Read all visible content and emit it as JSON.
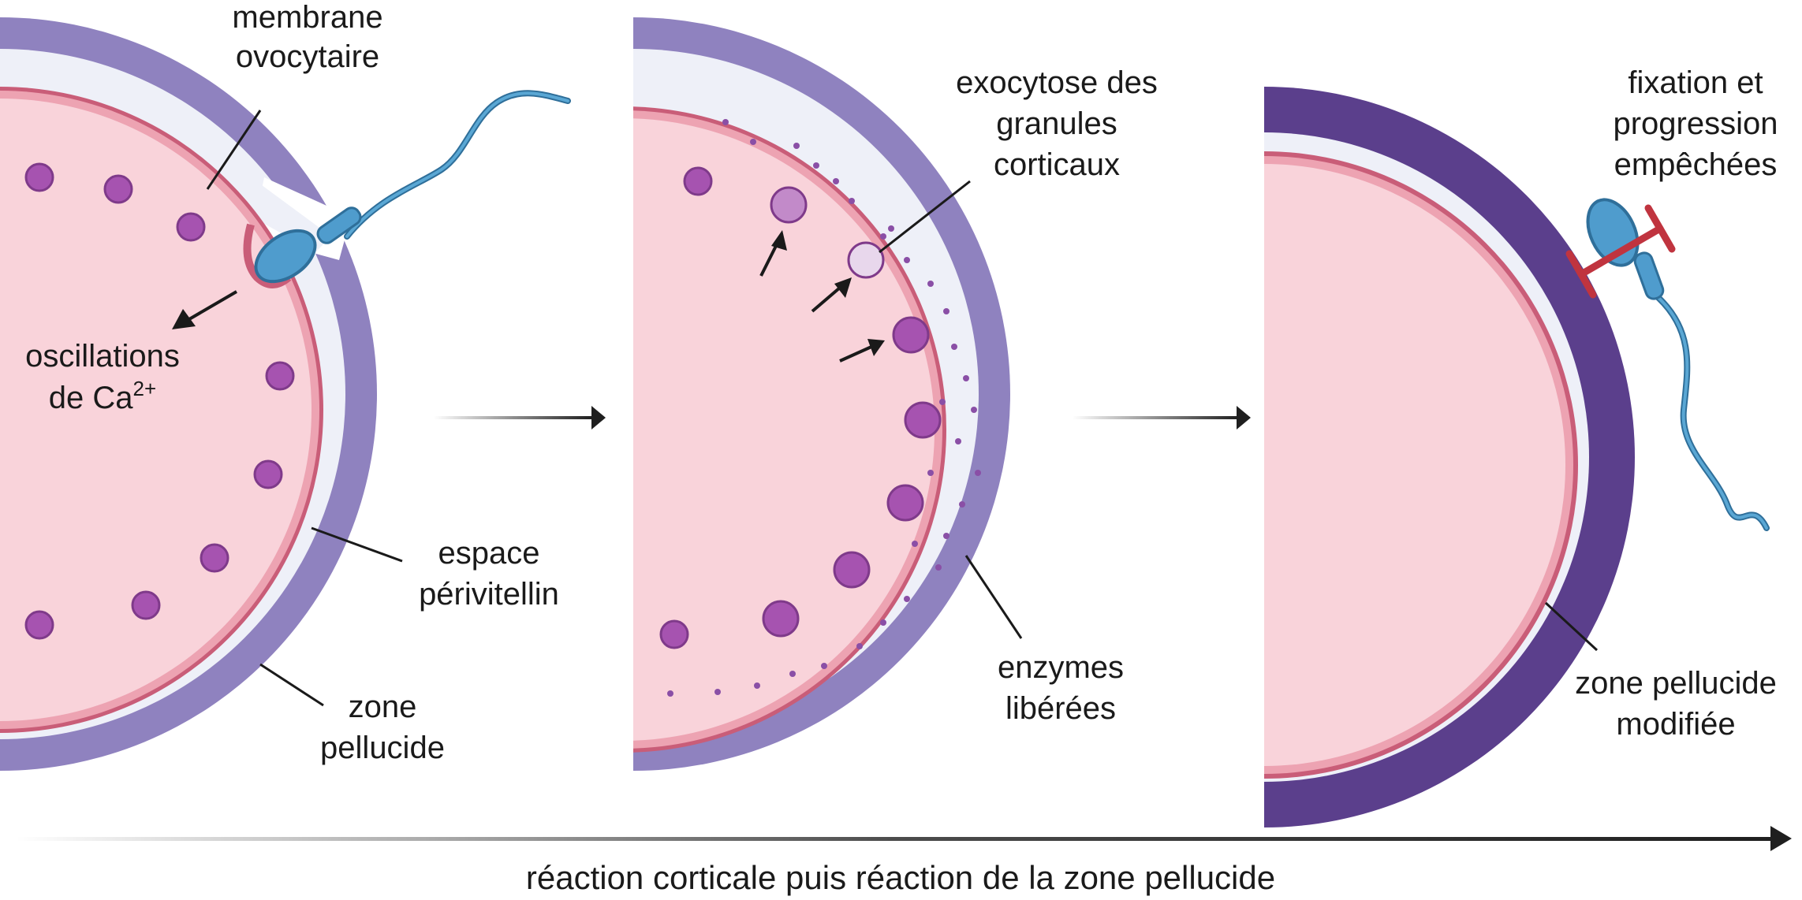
{
  "labels": {
    "membrane_line1": "membrane",
    "membrane_line2": "ovocytaire",
    "calcium_line1": "oscillations",
    "calcium_line2_prefix": "de Ca",
    "calcium_sup": "2+",
    "espace_line1": "espace",
    "espace_line2": "périvitellin",
    "zone_line1": "zone",
    "zone_line2": "pellucide",
    "exocytose_line1": "exocytose des",
    "exocytose_line2": "granules",
    "exocytose_line3": "corticaux",
    "enzymes_line1": "enzymes",
    "enzymes_line2": "libérées",
    "fixation_line1": "fixation et",
    "fixation_line2": "progression",
    "fixation_line3": "empêchées",
    "zone_mod_line1": "zone pellucide",
    "zone_mod_line2": "modifiée",
    "timeline": "réaction corticale puis réaction de la zone pellucide"
  },
  "colors": {
    "zona": "#8f82bf",
    "zona_modified": "#5b3f8c",
    "perivitelline": "#eef0f8",
    "cytoplasm": "#f9d3da",
    "membrane": "#c95d78",
    "membrane_fill": "#eda3b2",
    "granule": "#a653b0",
    "sperm": "#3d8fc2",
    "block": "#c0343f",
    "arrow": "#1f1f1f"
  }
}
